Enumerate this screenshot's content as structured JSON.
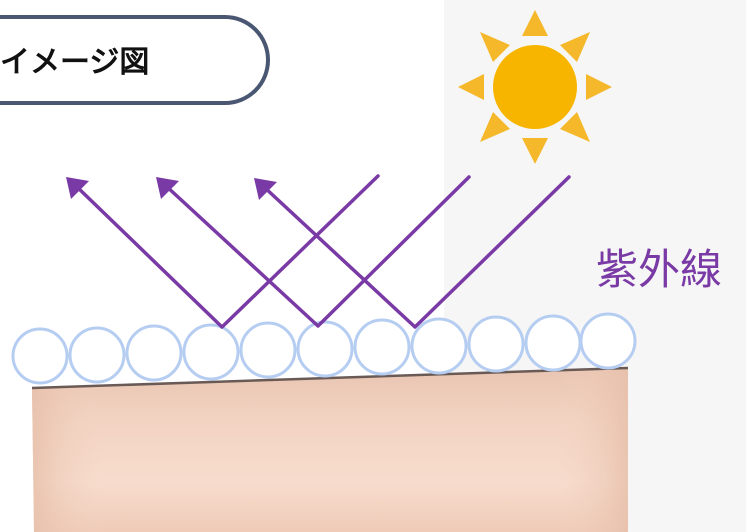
{
  "title": {
    "text": "イメージ図"
  },
  "uv_label": "紫外線",
  "colors": {
    "ray": "#7a3aa5",
    "sun": "#f7b500",
    "sun_ray": "#f5b82a",
    "bubble_outline": "#b6cdf2",
    "title_border": "#4a5772",
    "label": "#7a3aa5",
    "skin": "#f3d2c0"
  },
  "illustration": {
    "sun": "sun-icon",
    "particles": "uv-blocking-particles",
    "skin": "skin-surface"
  }
}
